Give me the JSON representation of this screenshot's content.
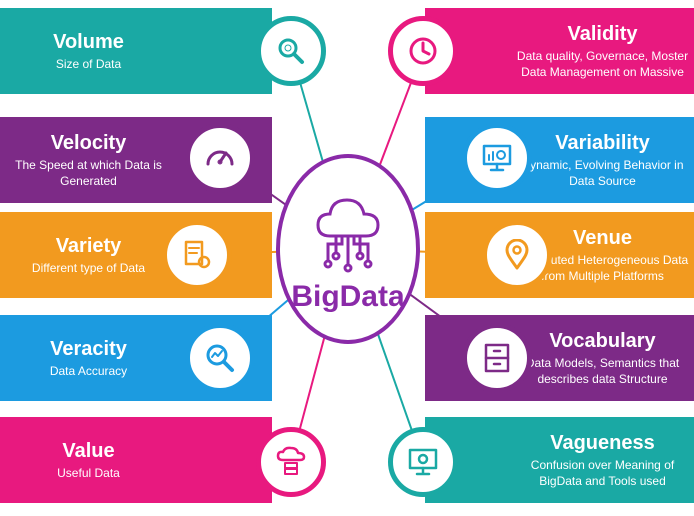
{
  "center": {
    "label": "BigData",
    "icon": "cloud-network-icon",
    "color": "#8a2aa8"
  },
  "items": [
    {
      "id": "volume",
      "side": "left",
      "title": "Volume",
      "desc": "Size of Data",
      "color": "#1aa9a4",
      "icon": "magnifier-gear-icon"
    },
    {
      "id": "velocity",
      "side": "left",
      "title": "Velocity",
      "desc": "The Speed at which Data is Generated",
      "color": "#7d2a87",
      "icon": "speedometer-icon"
    },
    {
      "id": "variety",
      "side": "left",
      "title": "Variety",
      "desc": "Different type of Data",
      "color": "#f29a1f",
      "icon": "document-gear-icon"
    },
    {
      "id": "veracity",
      "side": "left",
      "title": "Veracity",
      "desc": "Data Accuracy",
      "color": "#1c9be0",
      "icon": "magnifier-chart-icon"
    },
    {
      "id": "value",
      "side": "left",
      "title": "Value",
      "desc": "Useful Data",
      "color": "#e8197f",
      "icon": "cloud-server-icon"
    },
    {
      "id": "validity",
      "side": "right",
      "title": "Validity",
      "desc": "Data quality, Governace, Moster Data Management on Massive",
      "color": "#e8197f",
      "icon": "clock-icon"
    },
    {
      "id": "variability",
      "side": "right",
      "title": "Variability",
      "desc": "Dynamic, Evolving Behavior in Data Source",
      "color": "#1c9be0",
      "icon": "monitor-analytics-icon"
    },
    {
      "id": "venue",
      "side": "right",
      "title": "Venue",
      "desc": "Distributed Heterogeneous Data from Multiple Platforms",
      "color": "#f29a1f",
      "icon": "location-pin-icon"
    },
    {
      "id": "vocabulary",
      "side": "right",
      "title": "Vocabulary",
      "desc": "Data Models, Semantics that describes data Structure",
      "color": "#7d2a87",
      "icon": "file-cabinet-icon"
    },
    {
      "id": "vagueness",
      "side": "right",
      "title": "Vagueness",
      "desc": "Confusion over Meaning of BigData and Tools used",
      "color": "#1aa9a4",
      "icon": "computer-gear-icon"
    }
  ]
}
